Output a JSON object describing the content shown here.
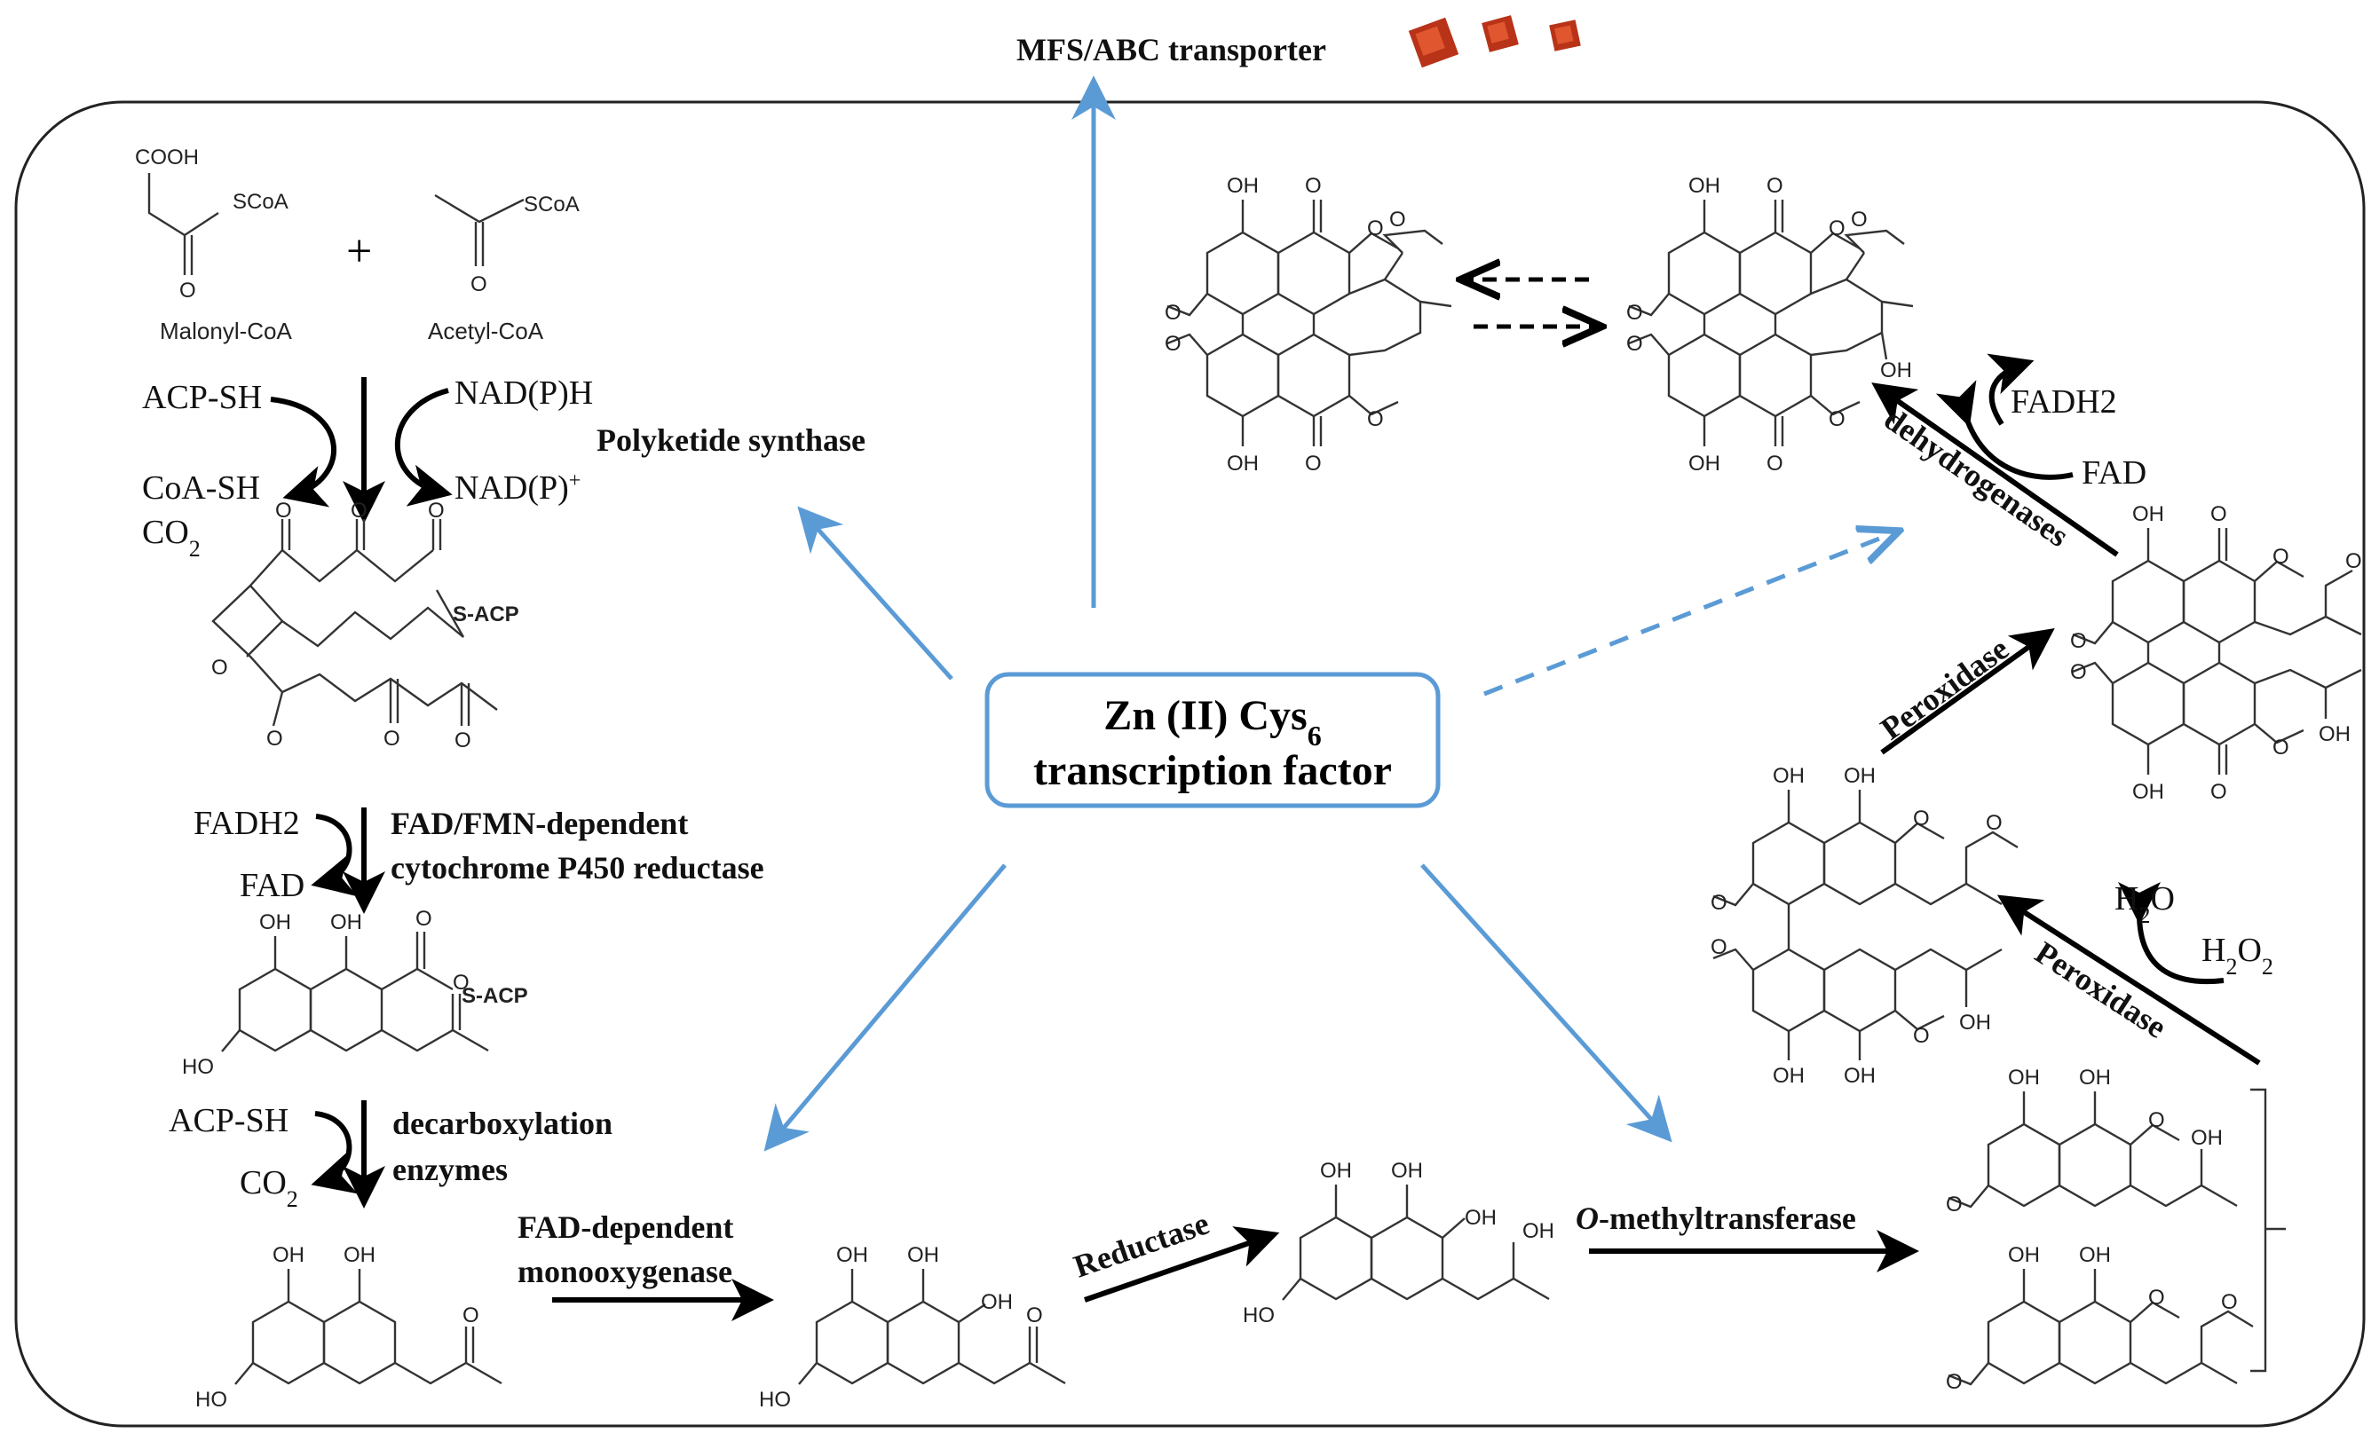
{
  "transporter": {
    "label": "MFS/ABC transporter"
  },
  "central": {
    "line1": "Zn (II) Cys",
    "line1_sub": "6",
    "line2": "transcription factor"
  },
  "substrates": {
    "malonyl": {
      "name": "Malonyl-CoA",
      "cooh": "COOH",
      "scoa": "SCoA",
      "o": "O"
    },
    "acetyl": {
      "name": "Acetyl-CoA",
      "scoa": "SCoA",
      "o": "O"
    },
    "plus": "+"
  },
  "step_pks": {
    "enzyme": "Polyketide synthase",
    "left_in": "ACP-SH",
    "left_out1": "CoA-SH",
    "left_out2": "CO",
    "right_in": "NAD(P)H",
    "right_out": "NAD(P)",
    "right_out_sup": "+"
  },
  "step_p450": {
    "enzyme_l1": "FAD/FMN-dependent",
    "enzyme_l2": "cytochrome P450 reductase",
    "cofactor_in": "FADH2",
    "cofactor_out": "FAD"
  },
  "step_decarb": {
    "enzyme_l1": "decarboxylation",
    "enzyme_l2": "enzymes",
    "cofactor_in": "ACP-SH",
    "cofactor_out": "CO"
  },
  "step_mono": {
    "enzyme_l1": "FAD-dependent",
    "enzyme_l2": "monooxygenase"
  },
  "step_reductase": {
    "enzyme": "Reductase"
  },
  "step_omt": {
    "enzyme_italic": "O",
    "enzyme_rest": "-methyltransferase"
  },
  "step_perox1": {
    "enzyme": "Peroxidase",
    "cofactor_in": "H",
    "cofactor_out": "H",
    "o": "O",
    "sub2": "2"
  },
  "step_perox2": {
    "enzyme": "Peroxidase"
  },
  "step_dehydro": {
    "enzyme": "dehydrogenases",
    "cofactor_in": "FADH2",
    "cofactor_out": "FAD"
  },
  "atoms": {
    "oh": "OH",
    "o": "O",
    "ho": "HO",
    "sacp": "S-ACP"
  }
}
